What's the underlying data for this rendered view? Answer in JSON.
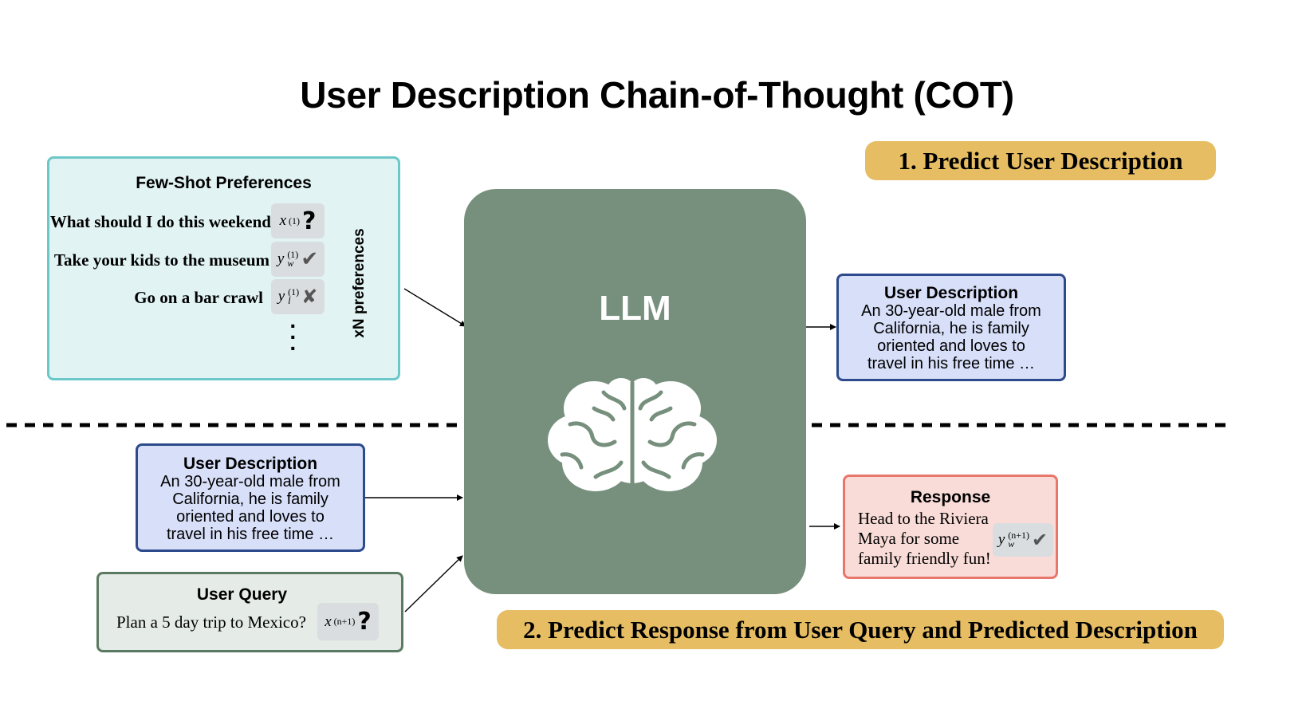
{
  "title": "User Description Chain-of-Thought (COT)",
  "banners": {
    "step1": "1. Predict User Description",
    "step2": "2. Predict Response from User Query and Predicted Description"
  },
  "few_shot": {
    "title": "Few-Shot Preferences",
    "rows": [
      {
        "text": "What should I do this weekend",
        "var": "x",
        "sup": "(1)",
        "sub": "",
        "symbol": "?"
      },
      {
        "text": "Take your kids to the museum",
        "var": "y",
        "sup": "(1)",
        "sub": "w",
        "symbol": "✔"
      },
      {
        "text": "Go on a bar crawl",
        "var": "y",
        "sup": "(1)",
        "sub": "l",
        "symbol": "✘"
      }
    ],
    "bracket_label": "xN preferences"
  },
  "llm": {
    "label": "LLM",
    "icon": "brain-icon"
  },
  "user_description_output": {
    "title": "User Description",
    "lines": [
      "An 30-year-old male from",
      "California, he is family",
      "oriented and loves to",
      "travel in his free time …"
    ]
  },
  "user_description_input": {
    "title": "User Description",
    "lines": [
      "An 30-year-old male from",
      "California, he is family",
      "oriented and loves to",
      "travel in his free time …"
    ]
  },
  "user_query": {
    "title": "User Query",
    "text": "Plan a 5 day trip to Mexico?",
    "var": "x",
    "sup": "(n+1)",
    "symbol": "?"
  },
  "response": {
    "title": "Response",
    "lines": [
      "Head to the Riviera",
      "Maya for some",
      "family friendly fun!"
    ],
    "var": "y",
    "sup": "(n+1)",
    "sub": "w",
    "symbol": "✔"
  },
  "colors": {
    "few_shot_bg": "#e1f3f3",
    "few_shot_border": "#6cc8c8",
    "description_bg": "#d8dff9",
    "description_border": "#2d4a8c",
    "query_bg": "#e5ebe6",
    "query_border": "#5b7a63",
    "response_bg": "#f9dcd8",
    "response_border": "#e9766b",
    "llm": "#77907d",
    "banner": "#e6bd63"
  }
}
